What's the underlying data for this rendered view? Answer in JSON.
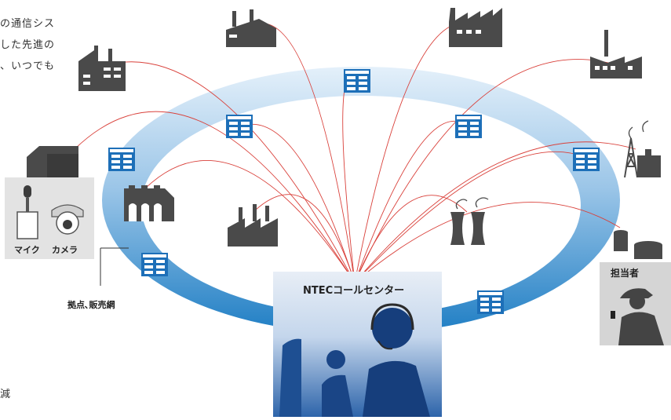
{
  "intro_text": {
    "line1": "の通信シス",
    "line2": "した先進の",
    "line3": "、いつでも",
    "bottom": "減"
  },
  "labels": {
    "mic": "マイク",
    "camera": "カメラ",
    "bases": "拠点､販売網",
    "operator": "担当者",
    "call_center": "NTECコールセンター"
  },
  "icons": [
    "factory-icon",
    "office-building-icon",
    "microphone-icon",
    "camera-icon",
    "power-plant-icon",
    "oil-rig-icon",
    "storage-tank-icon",
    "headset-operator-icon"
  ],
  "colors": {
    "ring_light": "#dcecf8",
    "ring_dark": "#1f7ec4",
    "building_blue": "#1d6fb8",
    "factory_gray": "#4a4a4a",
    "line_red": "#d9403a",
    "center_blue": "#2d64aa"
  }
}
